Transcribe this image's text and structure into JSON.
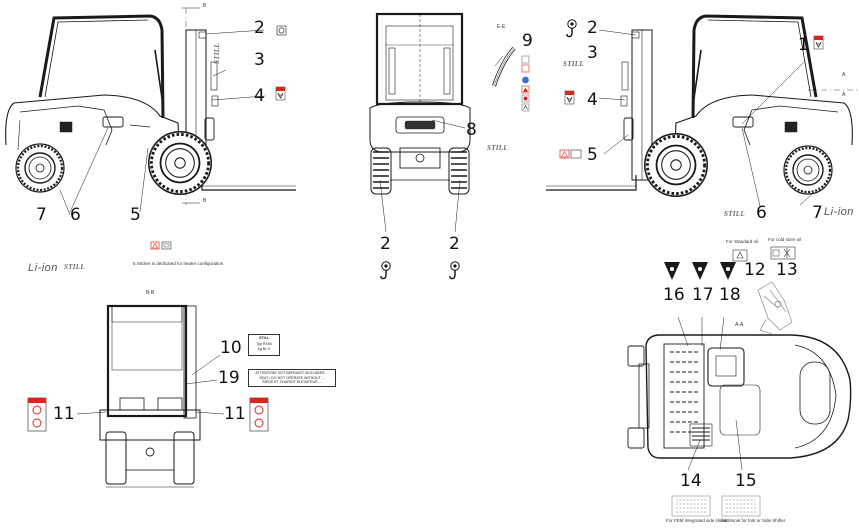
{
  "callouts": {
    "left_view": {
      "n2": "2",
      "n3": "3",
      "n4": "4",
      "n5": "5",
      "n6": "6",
      "n7": "7"
    },
    "front_view": {
      "n8": "8",
      "n9": "9",
      "n2a": "2",
      "n2b": "2"
    },
    "right_view": {
      "n1": "1",
      "n2": "2",
      "n3": "3",
      "n4": "4",
      "n5": "5",
      "n6": "6",
      "n7": "7"
    },
    "rear_view": {
      "n10": "10",
      "n11a": "11",
      "n11b": "11",
      "n19": "19"
    },
    "top_view": {
      "n12": "12",
      "n13": "13",
      "n14": "14",
      "n15": "15",
      "n16": "16",
      "n17": "17",
      "n18": "18"
    }
  },
  "section_labels": {
    "b_top": "B",
    "b_bottom": "B",
    "ee": "E-E",
    "bb": "B-B",
    "aa": "A-A",
    "a_top": "A",
    "a_mid": "A"
  },
  "notes": {
    "sticker5": "5 Sticker is dedicated for heater configuration",
    "standard_oil": "For Standard oil",
    "cold_store_oil": "For cold store oil",
    "fem_sideshift": "For FEM integrated side shifter",
    "fork_sideshift": "additional for fork or Side Shifter"
  },
  "logos": {
    "lion": "Li-ion",
    "still": "STILL",
    "still_sub": "STILL"
  },
  "placard19": {
    "line1": "ATTENTION! SITZ BEFINDET SICH ÜBER ...",
    "line2": "SEAT / DO NOT OPERATE WITHOUT ...",
    "line3": "SIEGE ET CHARIOT ELEVATEUR ..."
  },
  "placard10": {
    "line1": "STILL",
    "line2": "Typ  RX60",
    "line3": "kg  Nr  V"
  },
  "colors": {
    "line": "#1a1a1a",
    "warning_red": "#d9261c",
    "sticker_blue": "#3a6fd0",
    "thin": "#555555"
  }
}
